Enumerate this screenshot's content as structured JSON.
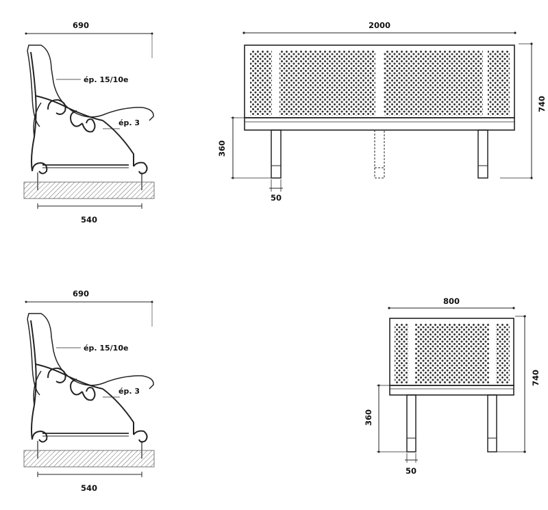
{
  "views": {
    "side_top": {
      "depth": "690",
      "thickness_sheet": "ép. 15/10e",
      "thickness_frame": "ép. 3",
      "foot_span": "540"
    },
    "front_long": {
      "width": "2000",
      "height": "740",
      "seat_height": "360",
      "leg_width": "50"
    },
    "side_bottom": {
      "depth": "690",
      "thickness_sheet": "ép. 15/10e",
      "thickness_frame": "ép. 3",
      "foot_span": "540"
    },
    "front_short": {
      "width": "800",
      "height": "740",
      "seat_height": "360",
      "leg_width": "50"
    }
  },
  "colors": {
    "line": "#222222",
    "hatch": "#666666"
  }
}
